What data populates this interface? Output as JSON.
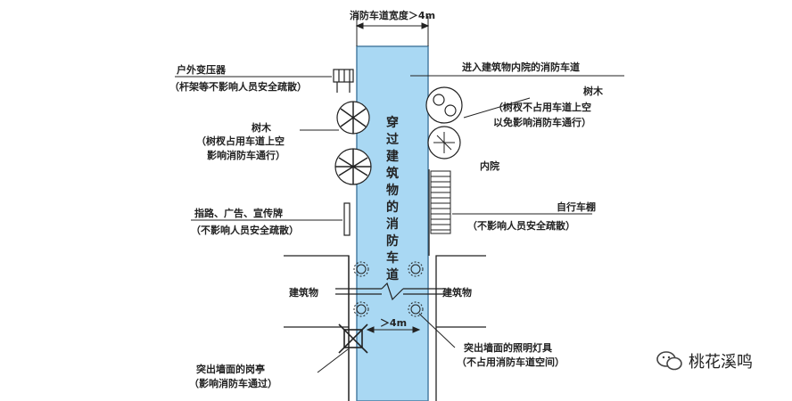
{
  "top_label": "消防车道宽度＞4m",
  "road_vertical_text": [
    "穿",
    "过",
    "建",
    "筑",
    "物",
    "的",
    "消",
    "防",
    "车",
    "道"
  ],
  "width_mark": "＞4m",
  "labels": {
    "transformer_title": "户外变压器",
    "transformer_note": "（杆架等不影响人员安全疏散）",
    "tree_left_title": "树木",
    "tree_left_note1": "（树杈占用车道上空",
    "tree_left_note2": "影响消防车通行）",
    "sign_title": "指路、广告、宣传牌",
    "sign_note": "（不影响人员安全疏散）",
    "building_left": "建筑物",
    "building_right": "建筑物",
    "booth_title": "突出墙面的岗亭",
    "booth_note": "（影响消防车通过）",
    "enter_courtyard": "进入建筑物内院的消防车道",
    "tree_right_title": "树木",
    "tree_right_note1": "（树杈不占用车道上空",
    "tree_right_note2": "以免影响消防车通行）",
    "courtyard": "内院",
    "bike_title": "自行车棚",
    "bike_note": "（不影响人员安全疏散）",
    "lamp_title": "突出墙面的照明灯具",
    "lamp_note": "（不占用消防车道空间）"
  },
  "watermark": "桃花溪鸣",
  "colors": {
    "road": "#a9d8f3",
    "road_edge": "#4a7fa3",
    "line": "#222222"
  }
}
